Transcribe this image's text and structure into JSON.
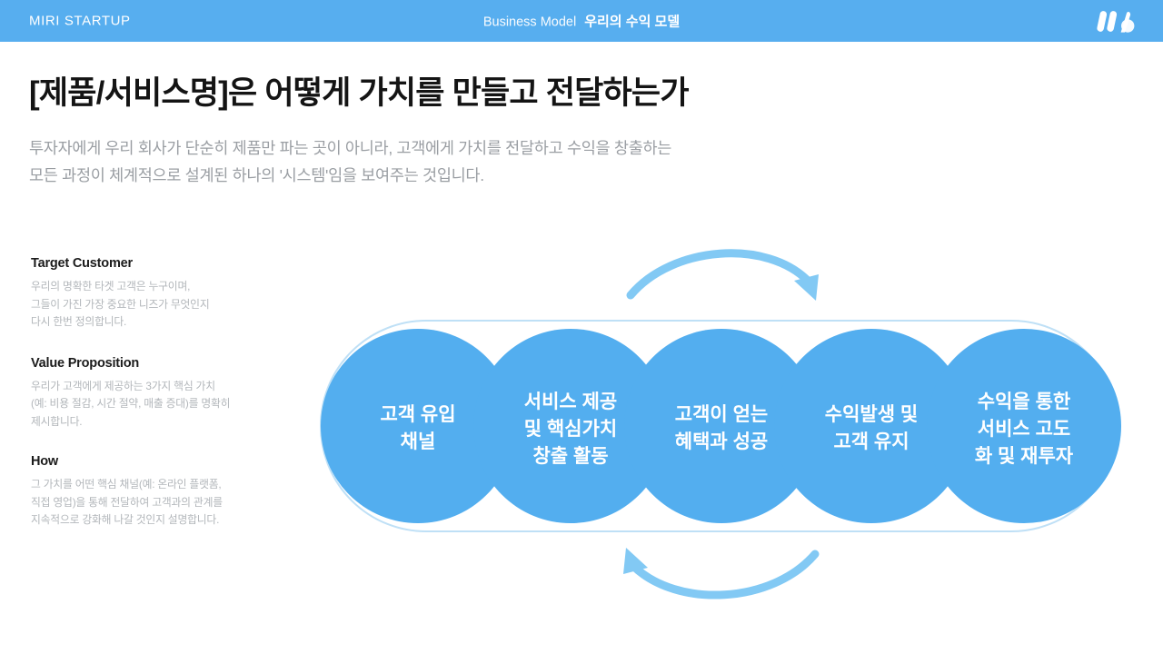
{
  "header": {
    "brand": "MIRI STARTUP",
    "section_en": "Business Model",
    "section_kr": "우리의 수익 모델",
    "logo_name": "miri-m-logo",
    "bar_color": "#57AEEF"
  },
  "page": {
    "title": "[제품/서비스명]은 어떻게 가치를 만들고 전달하는가",
    "subtitle_line1": "투자자에게 우리 회사가 단순히 제품만 파는 곳이 아니라, 고객에게 가치를 전달하고 수익을 창출하는",
    "subtitle_line2": "모든 과정이 체계적으로 설계된 하나의 '시스템'임을 보여주는 것입니다."
  },
  "blocks": [
    {
      "title": "Target Customer",
      "desc": "우리의 명확한 타겟 고객은 누구이며,\n그들이 가진 가장 중요한 니즈가 무엇인지\n다시 한번 정의합니다."
    },
    {
      "title": "Value Proposition",
      "desc": "우리가 고객에게 제공하는 3가지 핵심 가치\n(예: 비용 절감, 시간 절약, 매출 증대)를 명확히\n제시합니다."
    },
    {
      "title": "How",
      "desc": "그 가치를 어떤 핵심 채널(예: 온라인 플랫폼,\n직접 영업)을 통해 전달하여 고객과의 관계를\n지속적으로 강화해 나갈 것인지 설명합니다."
    }
  ],
  "diagram": {
    "circle_fill": "#53AEEF",
    "arrow_color": "#82C9F4",
    "outline_color": "#BFE0F6",
    "circles": [
      {
        "name": "stage-1",
        "lines": [
          "고객 유입",
          "채널"
        ]
      },
      {
        "name": "stage-2",
        "lines": [
          "서비스 제공",
          "및 핵심가치",
          "창출 활동"
        ]
      },
      {
        "name": "stage-3",
        "lines": [
          "고객이 얻는",
          "혜택과 성공"
        ]
      },
      {
        "name": "stage-4",
        "lines": [
          "수익발생 및",
          "고객 유지"
        ]
      },
      {
        "name": "stage-5",
        "lines": [
          "수익을 통한",
          "서비스 고도",
          "화 및 재투자"
        ]
      }
    ],
    "arrows": [
      {
        "name": "top-arrow-right",
        "direction": "right"
      },
      {
        "name": "bottom-arrow-left",
        "direction": "left"
      }
    ]
  }
}
